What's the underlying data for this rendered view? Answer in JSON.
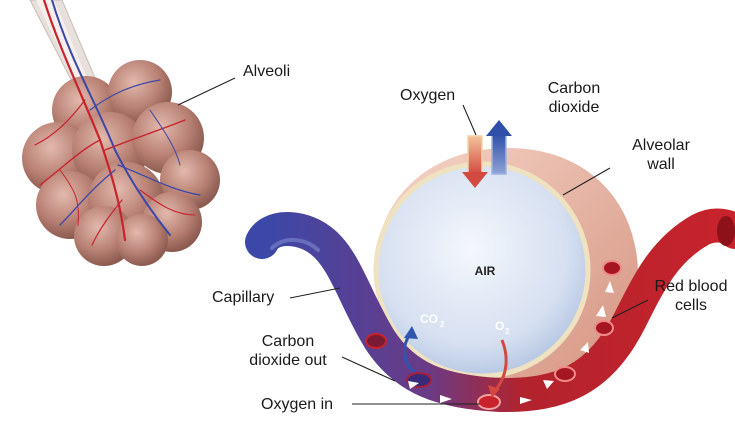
{
  "labels": {
    "alveoli": "Alveoli",
    "oxygen": "Oxygen",
    "carbon_dioxide": "Carbon\ndioxide",
    "alveolar_wall": "Alveolar\nwall",
    "capillary": "Capillary",
    "red_blood_cells": "Red blood\ncells",
    "carbon_dioxide_out": "Carbon\ndioxide out",
    "oxygen_in": "Oxygen in",
    "air": "AIR",
    "co2": "CO",
    "co2_sub": "2",
    "o2": "O",
    "o2_sub": "2"
  },
  "colors": {
    "alveoli_pink": "#b98275",
    "artery_red": "#c8232c",
    "vein_blue": "#3b48a8",
    "air_sac": "#dde6f4",
    "alveolar_wall": "#e9b7a6",
    "oxygen_arrow": "#e38a6a",
    "co2_arrow": "#2f55b0"
  }
}
